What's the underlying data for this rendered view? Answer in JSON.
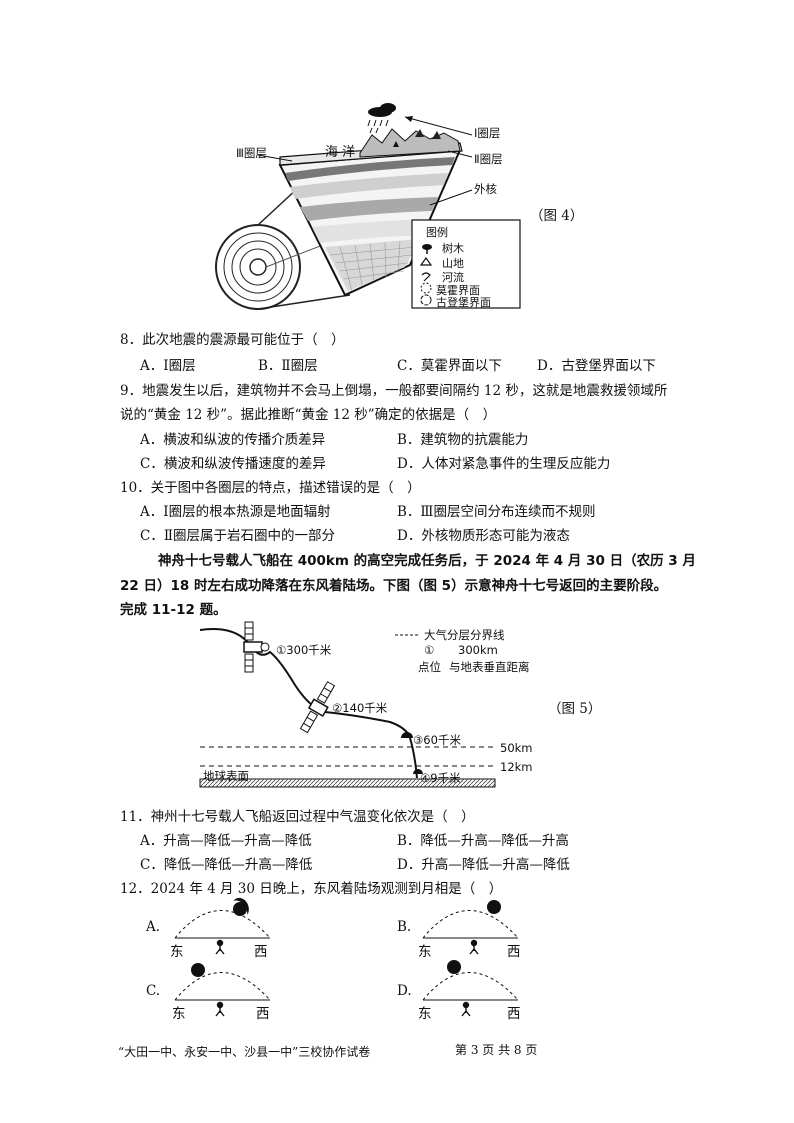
{
  "figure4": {
    "label_I": "Ⅰ圈层",
    "label_II": "Ⅱ圈层",
    "label_III": "Ⅲ圈层",
    "label_ocean": "海 洋",
    "label_outer_core": "外核",
    "caption": "（图 4）",
    "legend": {
      "title": "图例",
      "items": [
        "树木",
        "山地",
        "河流",
        "莫霍界面",
        "古登堡界面"
      ]
    }
  },
  "q8": {
    "stem": "8．此次地震的震源最可能位于（　）",
    "options": [
      "A．Ⅰ圈层",
      "B．Ⅱ圈层",
      "C．莫霍界面以下",
      "D．古登堡界面以下"
    ]
  },
  "q9": {
    "stem_line1": "9．地震发生以后，建筑物并不会马上倒塌，一般都要间隔约 12 秒，这就是地震救援领域所",
    "stem_line2": "说的“黄金 12 秒”。据此推断“黄金 12 秒”确定的依据是（　）",
    "options": [
      "A．横波和纵波的传播介质差异",
      "B．建筑物的抗震能力",
      "C．横波和纵波传播速度的差异",
      "D．人体对紧急事件的生理反应能力"
    ]
  },
  "q10": {
    "stem": "10．关于图中各圈层的特点，描述错误的是（　）",
    "options": [
      "A．Ⅰ圈层的根本热源是地面辐射",
      "B．Ⅲ圈层空间分布连续而不规则",
      "C．Ⅱ圈层属于岩石圈中的一部分",
      "D．外核物质形态可能为液态"
    ]
  },
  "passage": {
    "line1": "神舟十七号载人飞船在 400km 的高空完成任务后，于 2024 年 4 月 30 日（农历 3 月",
    "line2": "22 日）18 时左右成功降落在东风着陆场。下图（图 5）示意神舟十七号返回的主要阶段。",
    "line3": "完成 11-12 题。"
  },
  "figure5": {
    "point1": "①300千米",
    "point2": "②140千米",
    "point3": "③60千米",
    "point4": "④9千米",
    "legend_line": "大气分层分界线",
    "legend_circle": "①",
    "legend_km": "300km",
    "legend_point": "点位",
    "legend_distance": "与地表垂直距离",
    "level_50": "50km",
    "level_12": "12km",
    "ground": "地球表面",
    "caption": "（图 5）"
  },
  "q11": {
    "stem": "11．神州十七号载人飞船返回过程中气温变化依次是（　）",
    "options": [
      "A．升高—降低—升高—降低",
      "B．降低—升高—降低—升高",
      "C．降低—降低—升高—降低",
      "D．升高—降低—升高—降低"
    ]
  },
  "q12": {
    "stem": "12．2024 年 4 月 30 日晚上，东风着陆场观测到月相是（　）",
    "options": [
      "A.",
      "B.",
      "C.",
      "D."
    ],
    "east": "东",
    "west": "西"
  },
  "footer": {
    "left": "“大田一中、永安一中、沙县一中”三校协作试卷",
    "right": "第 3 页 共 8 页"
  }
}
